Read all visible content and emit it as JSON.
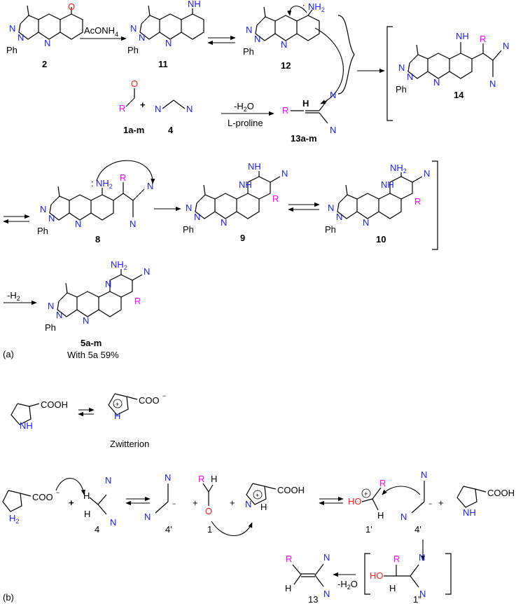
{
  "colors": {
    "nitrogen": "#1a1aff",
    "oxygen": "#ff1a1a",
    "substituent": "#ff00ff",
    "ink": "#000000"
  },
  "atoms": {
    "N": "N",
    "NH": "NH",
    "NH2": "NH",
    "NH2_sub": "2",
    "H2": "H",
    "H2_sub": "2",
    "O": "O",
    "HO": "HO",
    "H": "H",
    "R": "R",
    "Ph": "Ph",
    "COOH": "COOH",
    "COO": "COO",
    "charge_minus": "−",
    "charge_plus": "+",
    "lone_pair": ":"
  },
  "compounds": {
    "c2": "2",
    "c11": "11",
    "c12": "12",
    "c14": "14",
    "c1": "1a-m",
    "c4": "4",
    "c13": "13a-m",
    "c8": "8",
    "c9": "9",
    "c10": "10",
    "c5": "5a-m",
    "yield_note": "With 5a 59%",
    "b_c4": "4",
    "b_c4p": "4'",
    "b_c1": "1",
    "b_c1p": "1'",
    "b_c4pp": "4'",
    "b_c1pp": "1\"",
    "b_c13": "13",
    "zwitterion": "Zwitterion"
  },
  "reagents": {
    "r1": "AcONH",
    "r1_sub": "4",
    "r2_top": "-H",
    "r2_sub": "2",
    "r2_o": "O",
    "r2_bottom": "L-proline",
    "r3": "-H",
    "r3_sub": "2",
    "r4": "-H",
    "r4_sub": "2",
    "r4_o": "O"
  },
  "panels": {
    "a": "(a)",
    "b": "(b)"
  },
  "plus": "+"
}
